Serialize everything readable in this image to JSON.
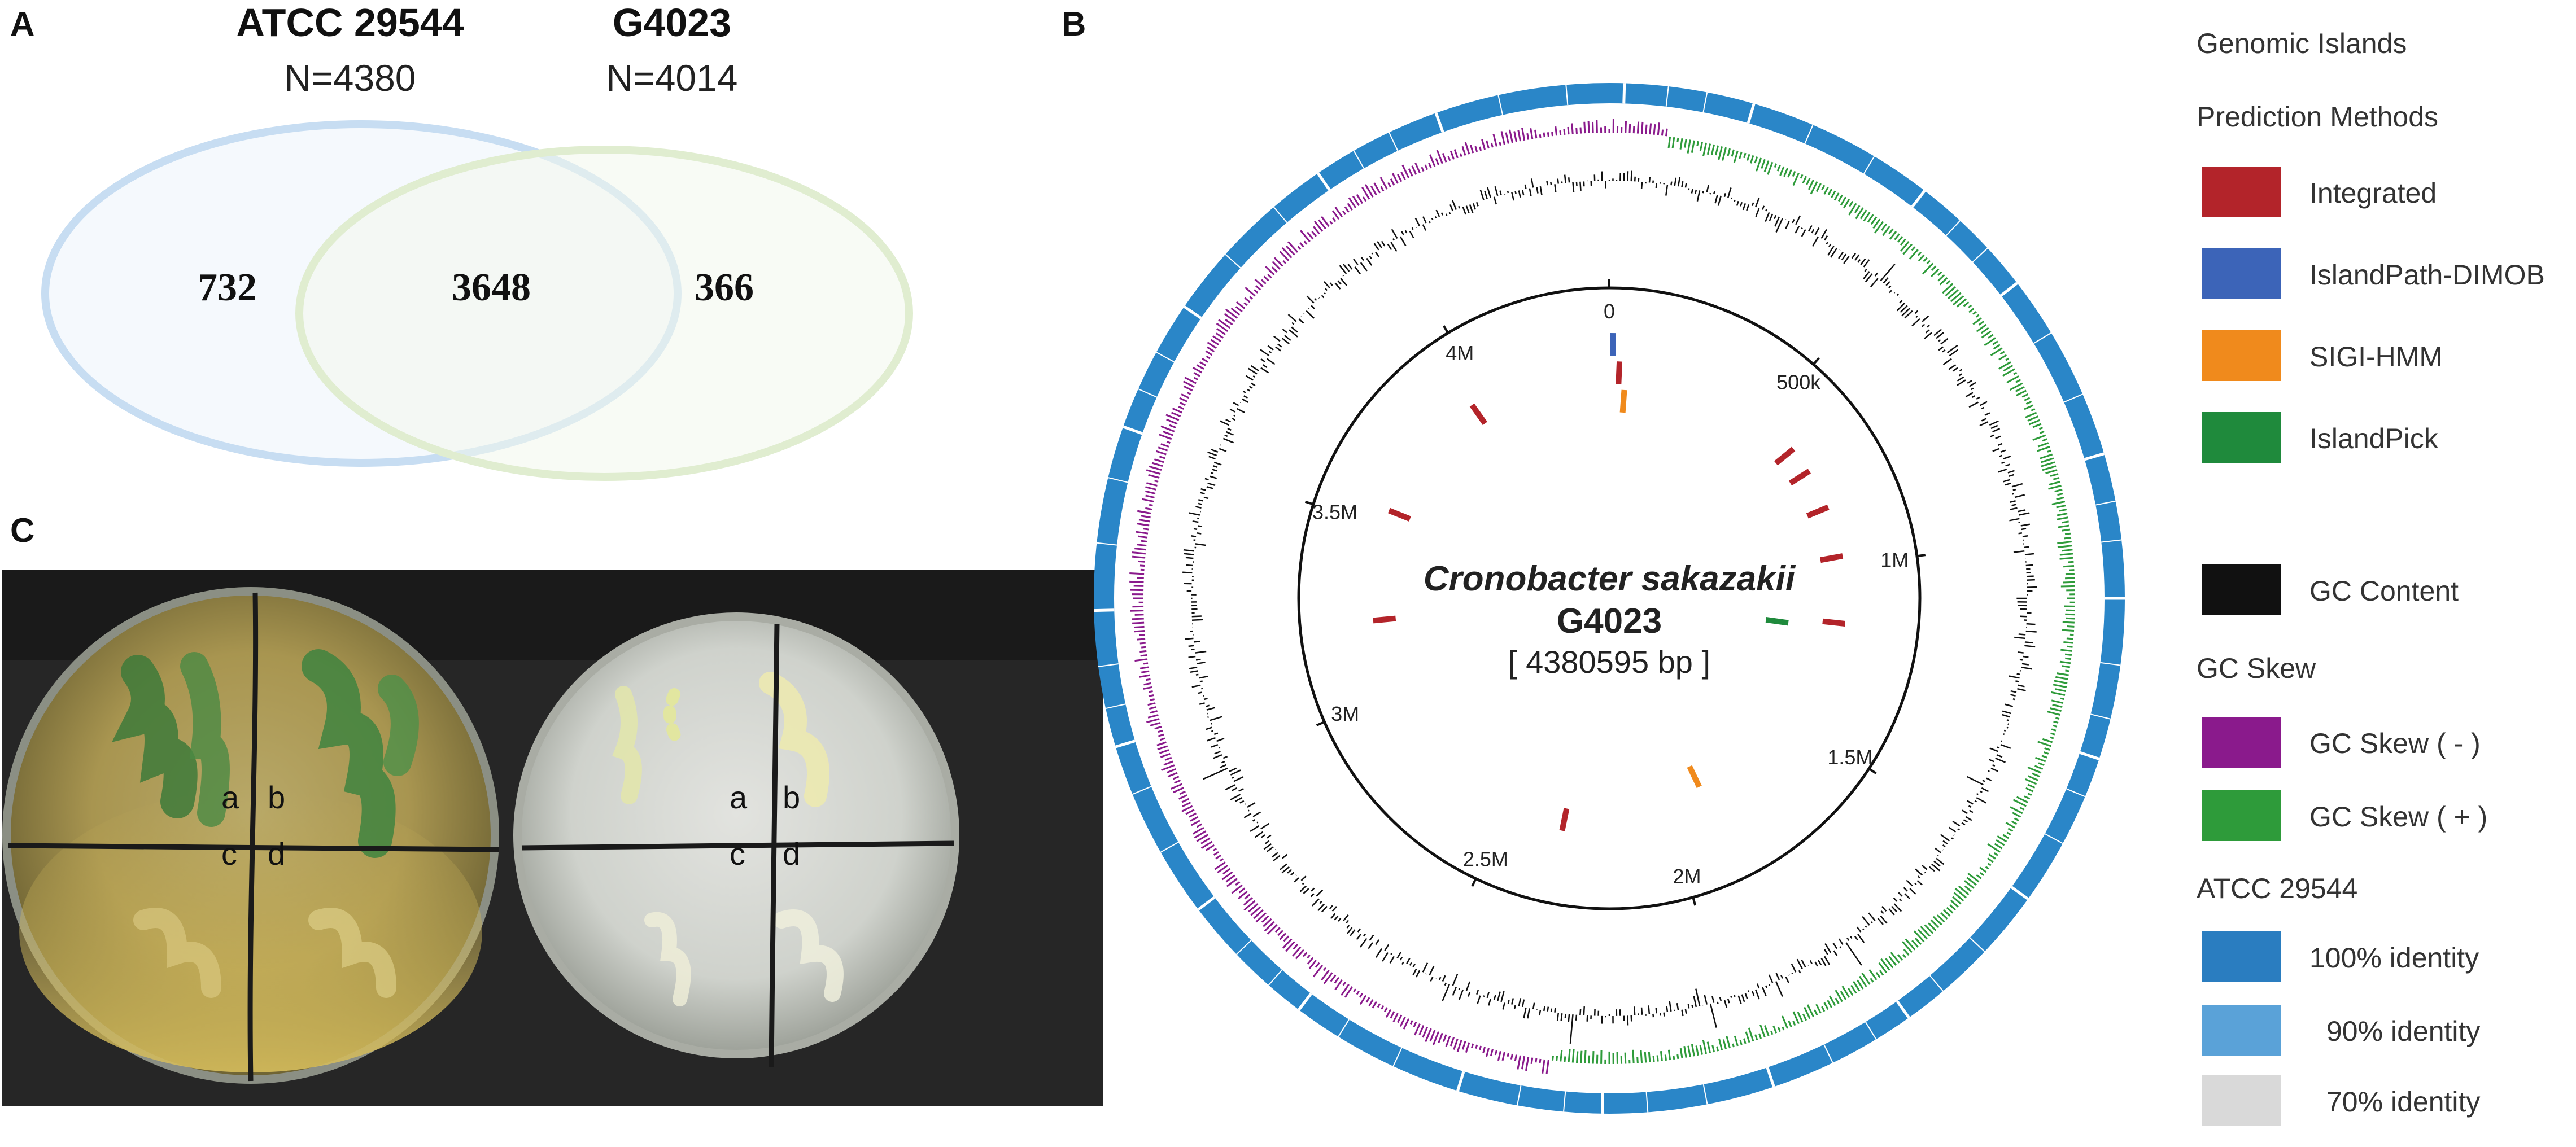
{
  "panelA": {
    "letter": "A",
    "set1": {
      "name": "ATCC 29544",
      "n": "N=4380",
      "unique": "732",
      "color": "#bcd6f0"
    },
    "set2": {
      "name": "G4023",
      "n": "N=4014",
      "unique": "366",
      "color": "#dcebc8"
    },
    "shared": "3648"
  },
  "panelB": {
    "letter": "B",
    "species": "Cronobacter sakazakii",
    "strain": "G4023",
    "size": "[ 4380595 bp ]",
    "tick_labels": [
      "0",
      "500k",
      "1M",
      "1.5M",
      "2M",
      "2.5M",
      "3M",
      "3.5M",
      "4M"
    ],
    "ring_color": "#2a86c8",
    "islands": [
      {
        "pos_mb": 0.01,
        "method": "IslandPath-DIMOB"
      },
      {
        "pos_mb": 0.03,
        "method": "Integrated"
      },
      {
        "pos_mb": 0.05,
        "method": "SIGI-HMM"
      },
      {
        "pos_mb": 0.62,
        "method": "Integrated"
      },
      {
        "pos_mb": 0.7,
        "method": "Integrated"
      },
      {
        "pos_mb": 0.82,
        "method": "Integrated"
      },
      {
        "pos_mb": 0.97,
        "method": "Integrated"
      },
      {
        "pos_mb": 1.17,
        "method": "Integrated"
      },
      {
        "pos_mb": 1.19,
        "method": "IslandPick"
      },
      {
        "pos_mb": 1.88,
        "method": "SIGI-HMM"
      },
      {
        "pos_mb": 2.33,
        "method": "Integrated"
      },
      {
        "pos_mb": 3.22,
        "method": "Integrated"
      },
      {
        "pos_mb": 3.55,
        "method": "Integrated"
      },
      {
        "pos_mb": 3.95,
        "method": "Integrated"
      }
    ]
  },
  "legend": {
    "head1": "Genomic Islands",
    "head2": "Prediction Methods",
    "methods": [
      {
        "label": "Integrated",
        "color": "#b3242a"
      },
      {
        "label": "IslandPath-DIMOB",
        "color": "#3c64b8"
      },
      {
        "label": "SIGI-HMM",
        "color": "#f08a1c"
      },
      {
        "label": "IslandPick",
        "color": "#1f8a3c"
      }
    ],
    "gc_content": {
      "label": "GC Content",
      "color": "#111111"
    },
    "gc_skew_head": "GC Skew",
    "gc_skew": [
      {
        "label": "GC Skew ( - )",
        "color": "#8a1a8c"
      },
      {
        "label": "GC Skew ( + )",
        "color": "#2e9b3a"
      }
    ],
    "ref_head": "ATCC 29544",
    "identity": [
      {
        "label": "100% identity",
        "color": "#2a7dc0"
      },
      {
        "label": "90% identity",
        "color": "#5aa2d8"
      },
      {
        "label": "70% identity",
        "color": "#d9d9d9"
      }
    ]
  },
  "panelC": {
    "letter": "C",
    "quadrant_labels": [
      "a",
      "b",
      "c",
      "d"
    ]
  }
}
